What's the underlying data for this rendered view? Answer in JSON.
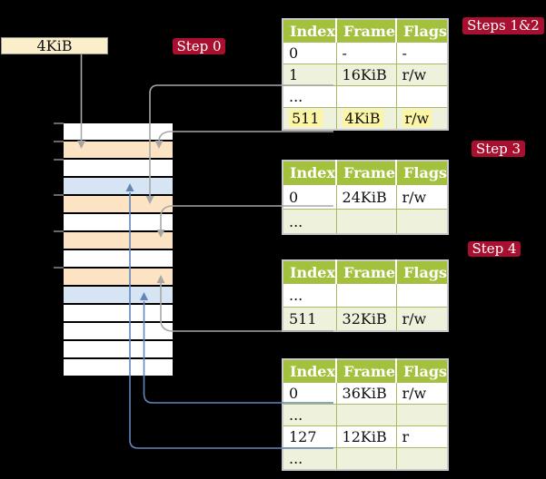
{
  "colors": {
    "background": "#000000",
    "badge_red": "#a90f2f",
    "table_header_green": "#a4c13e",
    "table_alt_row_green": "#eef2dd",
    "highlight_yellow": "#fcf6a4",
    "frame_box_cream": "#faeecb",
    "stack_orange": "#fbe3c4",
    "stack_blue": "#d7e4f3",
    "arrow_gray": "#a8a8a8",
    "arrow_blue": "#6285ba"
  },
  "frame_box": {
    "label": "4KiB"
  },
  "badges": {
    "step0": "Step 0",
    "steps12": "Steps 1&2",
    "step3": "Step 3",
    "step4": "Step 4"
  },
  "memory_stack": {
    "rows": [
      "white",
      "orange",
      "white",
      "blue",
      "orange",
      "white",
      "orange",
      "white",
      "orange",
      "blue",
      "white",
      "white",
      "white",
      "white"
    ],
    "palette": {
      "white": "#ffffff",
      "orange": "#fbe3c4",
      "blue": "#d7e4f3"
    }
  },
  "tables": [
    {
      "headers": [
        "Index",
        "Frame",
        "Flags"
      ],
      "rows": [
        {
          "cells": [
            "0",
            "-",
            "-"
          ]
        },
        {
          "cells": [
            "1",
            "16KiB",
            "r/w"
          ]
        },
        {
          "cells": [
            "...",
            "",
            ""
          ]
        },
        {
          "cells": [
            "511",
            "4KiB",
            "r/w"
          ]
        }
      ]
    },
    {
      "headers": [
        "Index",
        "Frame",
        "Flags"
      ],
      "rows": [
        {
          "cells": [
            "0",
            "24KiB",
            "r/w"
          ]
        },
        {
          "cells": [
            "...",
            "",
            ""
          ]
        }
      ]
    },
    {
      "headers": [
        "Index",
        "Frame",
        "Flags"
      ],
      "rows": [
        {
          "cells": [
            "...",
            "",
            ""
          ]
        },
        {
          "cells": [
            "511",
            "32KiB",
            "r/w"
          ]
        }
      ]
    },
    {
      "headers": [
        "Index",
        "Frame",
        "Flags"
      ],
      "rows": [
        {
          "cells": [
            "0",
            "36KiB",
            "r/w"
          ]
        },
        {
          "cells": [
            "...",
            "",
            ""
          ]
        },
        {
          "cells": [
            "127",
            "12KiB",
            "r"
          ]
        },
        {
          "cells": [
            "...",
            "",
            ""
          ]
        }
      ]
    }
  ]
}
